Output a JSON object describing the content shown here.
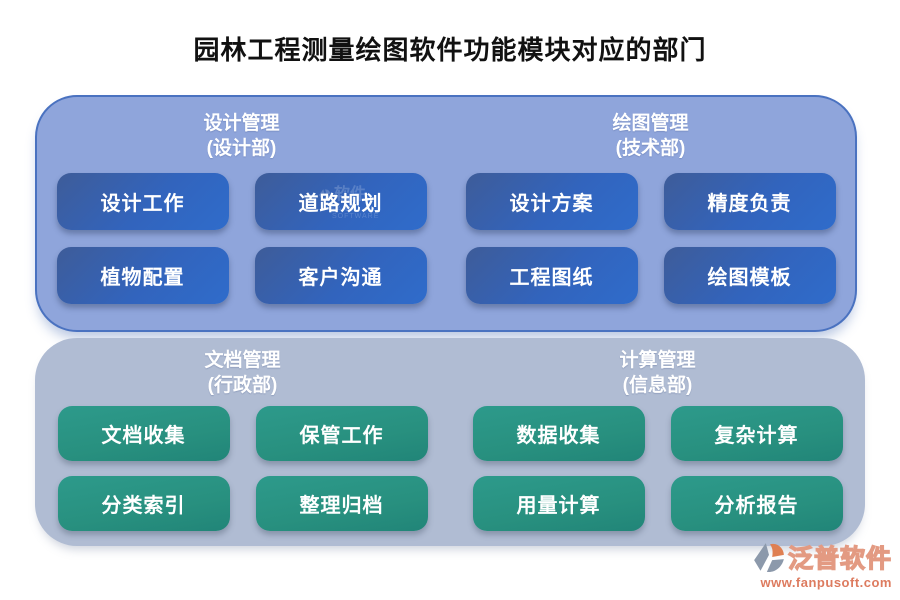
{
  "title": "园林工程测量绘图软件功能模块对应的部门",
  "groups": [
    {
      "sections": [
        {
          "name": "设计管理",
          "dept": "(设计部)",
          "buttons": [
            "设计工作",
            "道路规划",
            "植物配置",
            "客户沟通"
          ]
        },
        {
          "name": "绘图管理",
          "dept": "(技术部)",
          "buttons": [
            "设计方案",
            "精度负责",
            "工程图纸",
            "绘图模板"
          ]
        }
      ]
    },
    {
      "sections": [
        {
          "name": "文档管理",
          "dept": "(行政部)",
          "buttons": [
            "文档收集",
            "保管工作",
            "分类索引",
            "整理归档"
          ]
        },
        {
          "name": "计算管理",
          "dept": "(信息部)",
          "buttons": [
            "数据收集",
            "复杂计算",
            "用量计算",
            "分析报告"
          ]
        }
      ]
    }
  ],
  "watermark": {
    "text": "软件",
    "subtext": "FANPU SOFTWARE"
  },
  "footer": {
    "brand": "泛普软件",
    "url": "www.fanpusoft.com"
  },
  "colors": {
    "panel_top_bg": "#8FA5DB",
    "panel_top_border": "#4a72c0",
    "panel_bottom_bg": "#B0BCD3",
    "button_blue_dark": "#3e5c99",
    "button_blue_light": "#2f6ccb",
    "button_green_light": "#2d9a8b",
    "button_green_dark": "#218578",
    "brand_salmon": "#dd7b5f"
  }
}
